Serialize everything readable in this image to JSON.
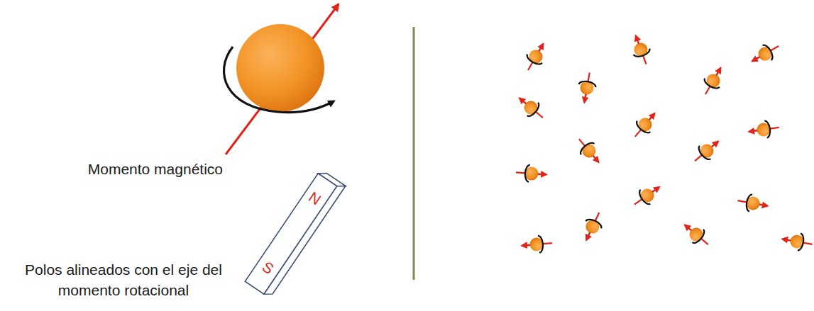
{
  "diagram": {
    "nodes": [
      {
        "text": [
          "N",
          "S"
        ]
      }
    ],
    "labels": [
      "Momento magnético",
      "Polos alineados con el eje del momento rotacional"
    ]
  }
}
